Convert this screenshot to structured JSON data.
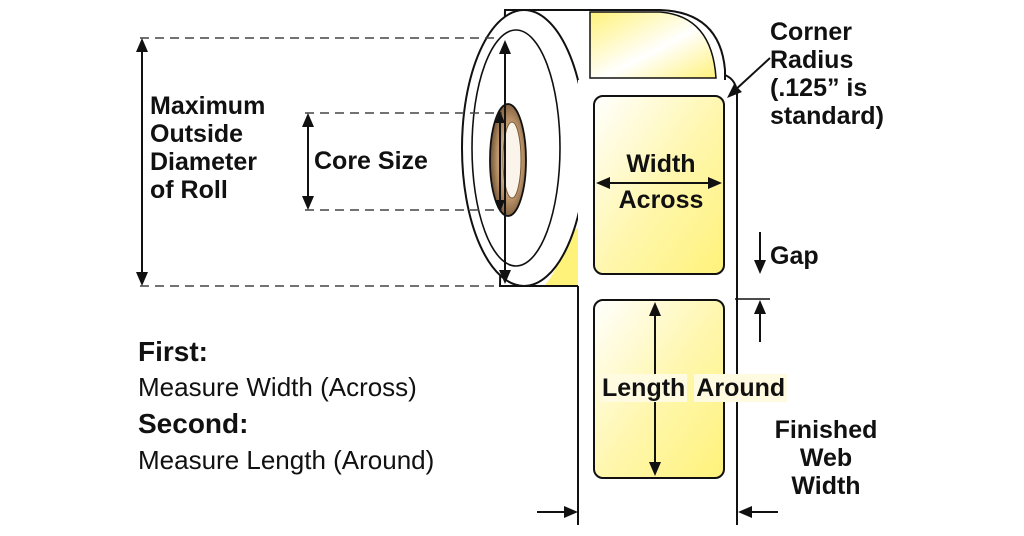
{
  "labels": {
    "max_outside_diameter": [
      "Maximum",
      "Outside",
      "Diameter",
      "of Roll"
    ],
    "core_size": "Core Size",
    "width_across": [
      "Width",
      "Across"
    ],
    "length_around": [
      "Length",
      "Around"
    ],
    "corner_radius": [
      "Corner",
      "Radius",
      "(.125” is",
      "standard)"
    ],
    "gap": "Gap",
    "finished_web_width": [
      "Finished",
      "Web",
      "Width"
    ]
  },
  "instructions": {
    "first_heading": "First:",
    "first_text": "Measure Width (Across)",
    "second_heading": "Second:",
    "second_text": "Measure Length (Around)"
  },
  "colors": {
    "label_yellow": "#fff27a",
    "label_highlight": "#ffffff",
    "roll_shade": "#e8e8e8",
    "core_brown": "#8a6a45",
    "line": "#111111"
  }
}
